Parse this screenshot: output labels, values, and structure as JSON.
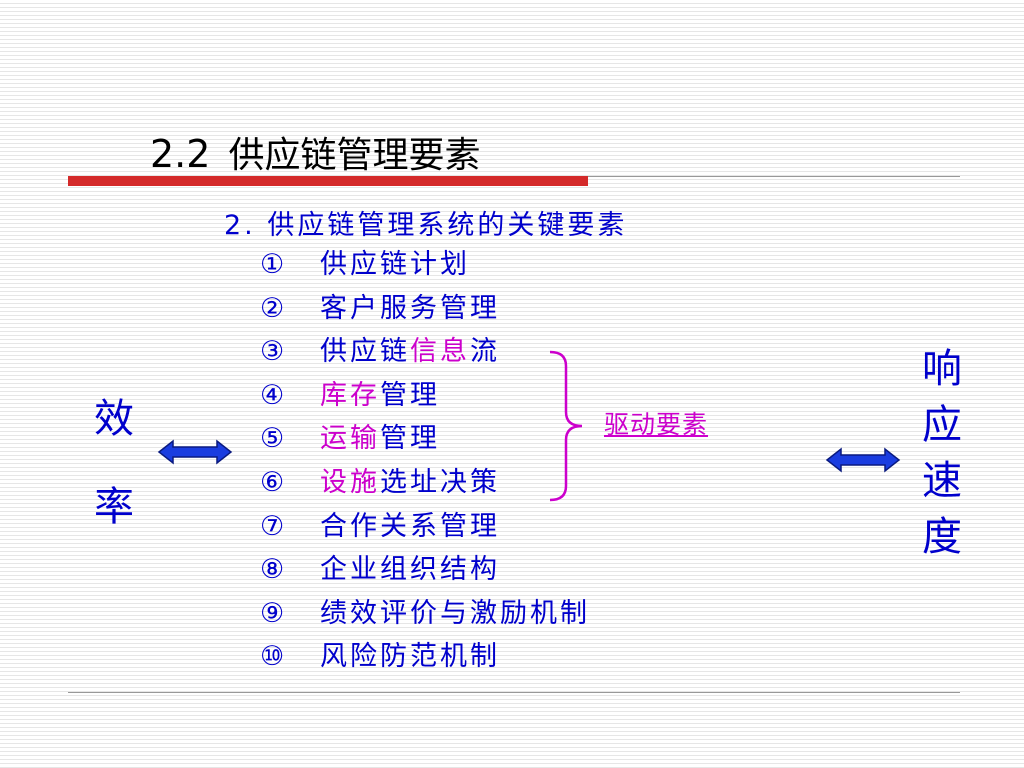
{
  "title": {
    "number": "2.2",
    "text": "供应链管理要素"
  },
  "heading": "2.  供应链管理系统的关键要素",
  "items": [
    {
      "marker": "①",
      "parts": [
        {
          "text": "供应链计划",
          "highlight": false
        }
      ]
    },
    {
      "marker": "②",
      "parts": [
        {
          "text": "客户服务管理",
          "highlight": false
        }
      ]
    },
    {
      "marker": "③",
      "parts": [
        {
          "text": "供应链",
          "highlight": false
        },
        {
          "text": "信息",
          "highlight": true
        },
        {
          "text": "流",
          "highlight": false
        }
      ]
    },
    {
      "marker": "④",
      "parts": [
        {
          "text": "库存",
          "highlight": true
        },
        {
          "text": "管理",
          "highlight": false
        }
      ]
    },
    {
      "marker": "⑤",
      "parts": [
        {
          "text": "运输",
          "highlight": true
        },
        {
          "text": "管理",
          "highlight": false
        }
      ]
    },
    {
      "marker": "⑥",
      "parts": [
        {
          "text": "设施",
          "highlight": true
        },
        {
          "text": "选址决策",
          "highlight": false
        }
      ]
    },
    {
      "marker": "⑦",
      "parts": [
        {
          "text": "合作关系管理",
          "highlight": false
        }
      ]
    },
    {
      "marker": "⑧",
      "parts": [
        {
          "text": "企业组织结构",
          "highlight": false
        }
      ]
    },
    {
      "marker": "⑨",
      "parts": [
        {
          "text": "绩效评价与激励机制",
          "highlight": false
        }
      ]
    },
    {
      "marker": "⑩",
      "parts": [
        {
          "text": "风险防范机制",
          "highlight": false
        }
      ]
    }
  ],
  "driver_label": "驱动要素",
  "left_label": [
    "效",
    "率"
  ],
  "right_label": [
    "响",
    "应",
    "速",
    "度"
  ],
  "colors": {
    "text_blue": "#0000cc",
    "highlight_magenta": "#cc00cc",
    "title_bar_red": "#d42a2a",
    "rule_gray": "#999999",
    "arrow_blue": "#1a3de0",
    "arrow_outline": "#0a1a80"
  }
}
